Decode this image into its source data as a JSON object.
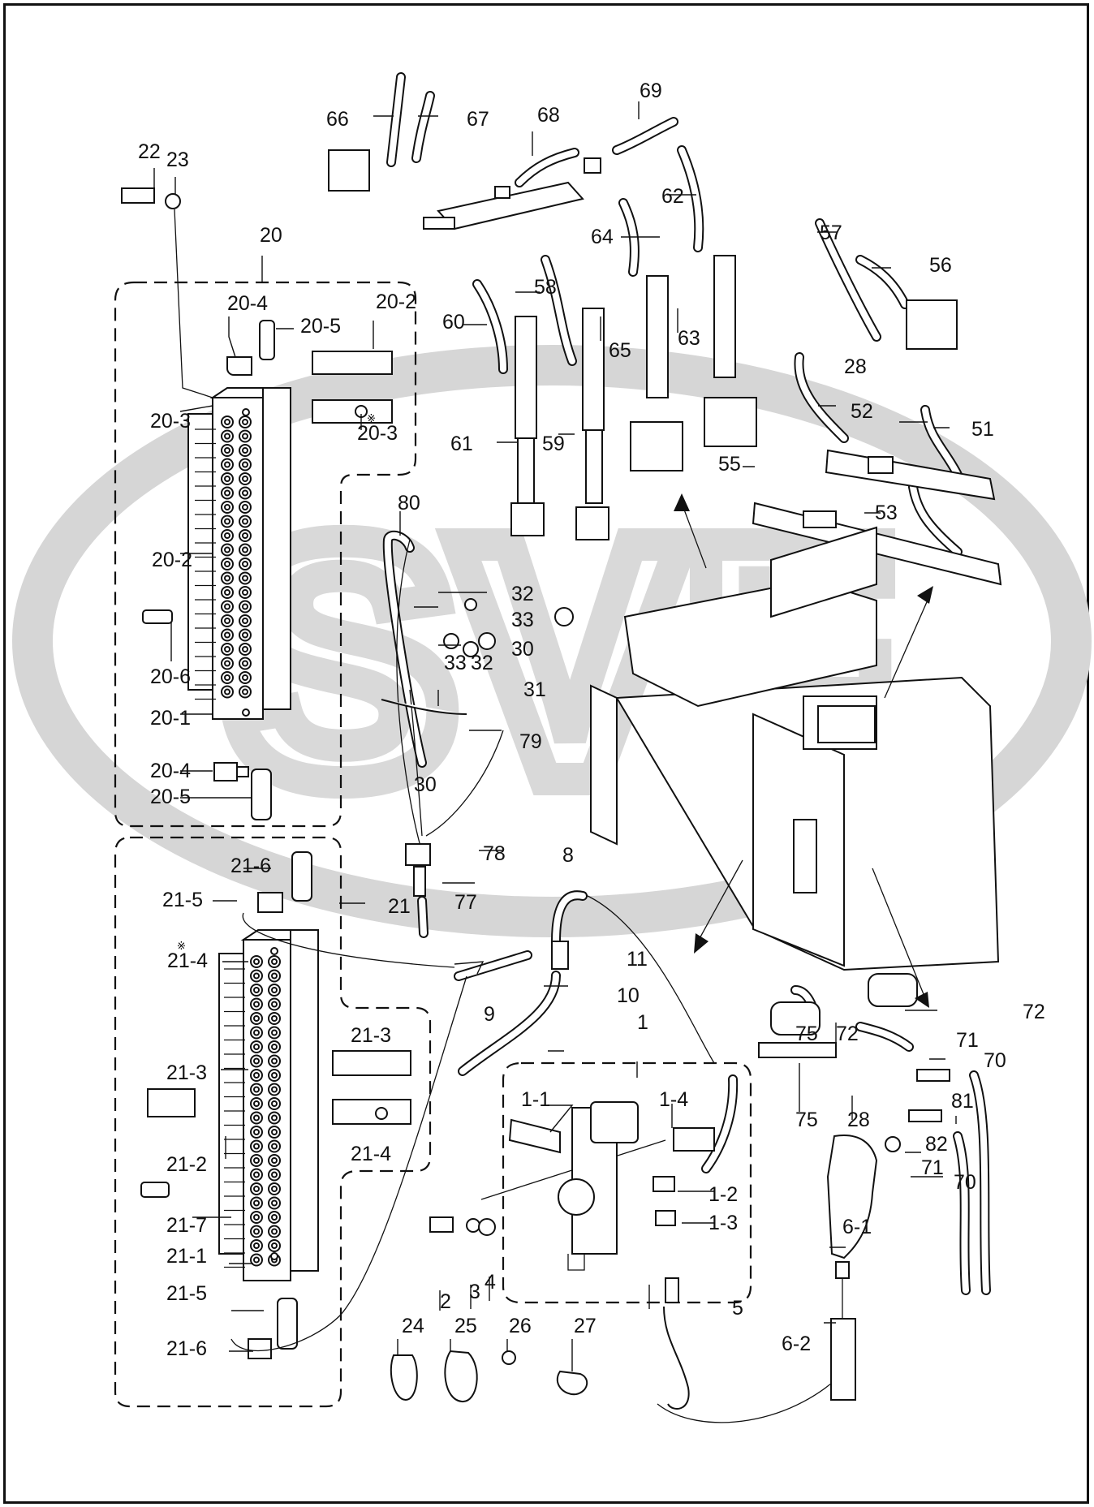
{
  "watermark": {
    "text": "SVF",
    "color": "#d4d4d4"
  },
  "callouts": [
    {
      "text": "22"
    },
    {
      "text": "23"
    },
    {
      "text": "20"
    },
    {
      "text": "20-4"
    },
    {
      "text": "20-5"
    },
    {
      "text": "20-2"
    },
    {
      "text": "20-3"
    },
    {
      "text": "20-3"
    },
    {
      "text": "20-2"
    },
    {
      "text": "20-6"
    },
    {
      "text": "20-1"
    },
    {
      "text": "20-4"
    },
    {
      "text": "20-5"
    },
    {
      "text": "66"
    },
    {
      "text": "67"
    },
    {
      "text": "68"
    },
    {
      "text": "69"
    },
    {
      "text": "62"
    },
    {
      "text": "64"
    },
    {
      "text": "58"
    },
    {
      "text": "60"
    },
    {
      "text": "65"
    },
    {
      "text": "63"
    },
    {
      "text": "61"
    },
    {
      "text": "59"
    },
    {
      "text": "57"
    },
    {
      "text": "56"
    },
    {
      "text": "28"
    },
    {
      "text": "52"
    },
    {
      "text": "51"
    },
    {
      "text": "55"
    },
    {
      "text": "53"
    },
    {
      "text": "80"
    },
    {
      "text": "32"
    },
    {
      "text": "33"
    },
    {
      "text": "30"
    },
    {
      "text": "33"
    },
    {
      "text": "32"
    },
    {
      "text": "31"
    },
    {
      "text": "79"
    },
    {
      "text": "30"
    },
    {
      "text": "78"
    },
    {
      "text": "77"
    },
    {
      "text": "21"
    },
    {
      "text": "21-6"
    },
    {
      "text": "21-5"
    },
    {
      "text": "21-4"
    },
    {
      "text": "8"
    },
    {
      "text": "11"
    },
    {
      "text": "9"
    },
    {
      "text": "10"
    },
    {
      "text": "21-3"
    },
    {
      "text": "21-3"
    },
    {
      "text": "21-4"
    },
    {
      "text": "21-2"
    },
    {
      "text": "21-7"
    },
    {
      "text": "21-1"
    },
    {
      "text": "21-5"
    },
    {
      "text": "21-6"
    },
    {
      "text": "1"
    },
    {
      "text": "1-1"
    },
    {
      "text": "1-4"
    },
    {
      "text": "1-2"
    },
    {
      "text": "1-3"
    },
    {
      "text": "2"
    },
    {
      "text": "3"
    },
    {
      "text": "4"
    },
    {
      "text": "5"
    },
    {
      "text": "75"
    },
    {
      "text": "72"
    },
    {
      "text": "72"
    },
    {
      "text": "71"
    },
    {
      "text": "70"
    },
    {
      "text": "75"
    },
    {
      "text": "28"
    },
    {
      "text": "81"
    },
    {
      "text": "82"
    },
    {
      "text": "71"
    },
    {
      "text": "70"
    },
    {
      "text": "6-1"
    },
    {
      "text": "6-2"
    },
    {
      "text": "24"
    },
    {
      "text": "25"
    },
    {
      "text": "26"
    },
    {
      "text": "27"
    }
  ],
  "symbols": {
    "star": "※"
  }
}
